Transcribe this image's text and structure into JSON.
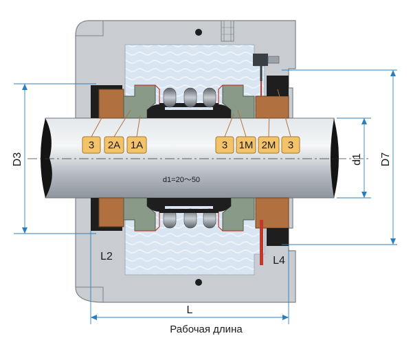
{
  "diagram": {
    "shaft_label": "d1=20～50",
    "caption": "Рабочая длина",
    "dimensions": {
      "d3": "D3",
      "d1": "d1",
      "d7": "D7",
      "l": "L",
      "l2": "L2",
      "l4": "L4"
    },
    "badges_left": [
      "3",
      "2A",
      "1A"
    ],
    "badges_right": [
      "3",
      "1M",
      "2M",
      "3"
    ],
    "colors": {
      "housing": "#c9cdd1",
      "housing_stroke": "#7c8288",
      "fluid": "#dbe8f4",
      "shaft": "#b8bec4",
      "seat": "#b07040",
      "ring_green": "#8a9a88",
      "rubber": "#1e1e1e",
      "spring": "#9aa2a8",
      "badge_fill": "#f3c36a",
      "dim_line": "#2a7fc0",
      "red_line": "#c0392b"
    }
  }
}
